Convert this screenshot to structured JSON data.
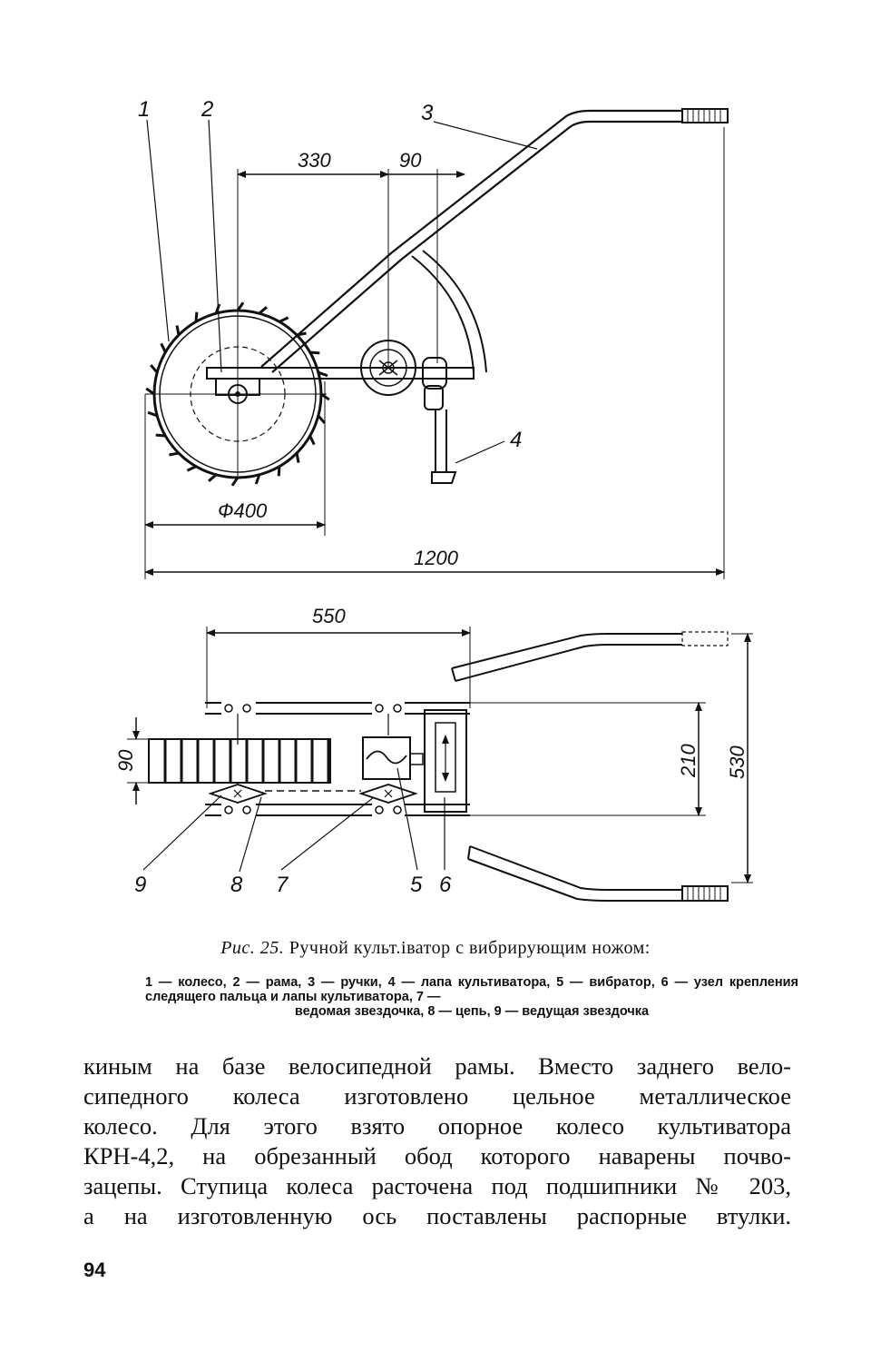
{
  "figure": {
    "callouts": {
      "c1": "1",
      "c2": "2",
      "c3": "3",
      "c4": "4",
      "c5": "5",
      "c6": "6",
      "c7": "7",
      "c8": "8",
      "c9": "9"
    },
    "dimensions": {
      "d330": "330",
      "d90_top": "90",
      "d400": "Ф400",
      "d1200": "1200",
      "d550": "550",
      "d90_side": "90",
      "d210": "210",
      "d530": "530"
    }
  },
  "caption": {
    "figure_label": "Рис. 25.",
    "title": "Ручной культ.іватор с вибрирующим ножом:",
    "legend": [
      "1 — колесо, 2 — рама, 3 — ручки, 4 — лапа культиватора, 5 — вибратор,",
      "6 — узел крепления следящего пальца и лапы культиватора, 7 —",
      "ведомая звездочка, 8 — цепь, 9 — ведущая звездочка"
    ]
  },
  "body": {
    "lines": [
      "киным на базе велосипедной рамы. Вместо заднего вело-",
      "сипедного колеса изготовлено цельное металлическое",
      "колесо. Для этого взято опорное колесо культиватора",
      "КРН-4,2, на обрезанный обод которого наварены почво-",
      "зацепы. Ступица колеса расточена под подшипники № 203,",
      "а на изготовленную ось поставлены распорные втулки."
    ]
  },
  "page_number": "94"
}
